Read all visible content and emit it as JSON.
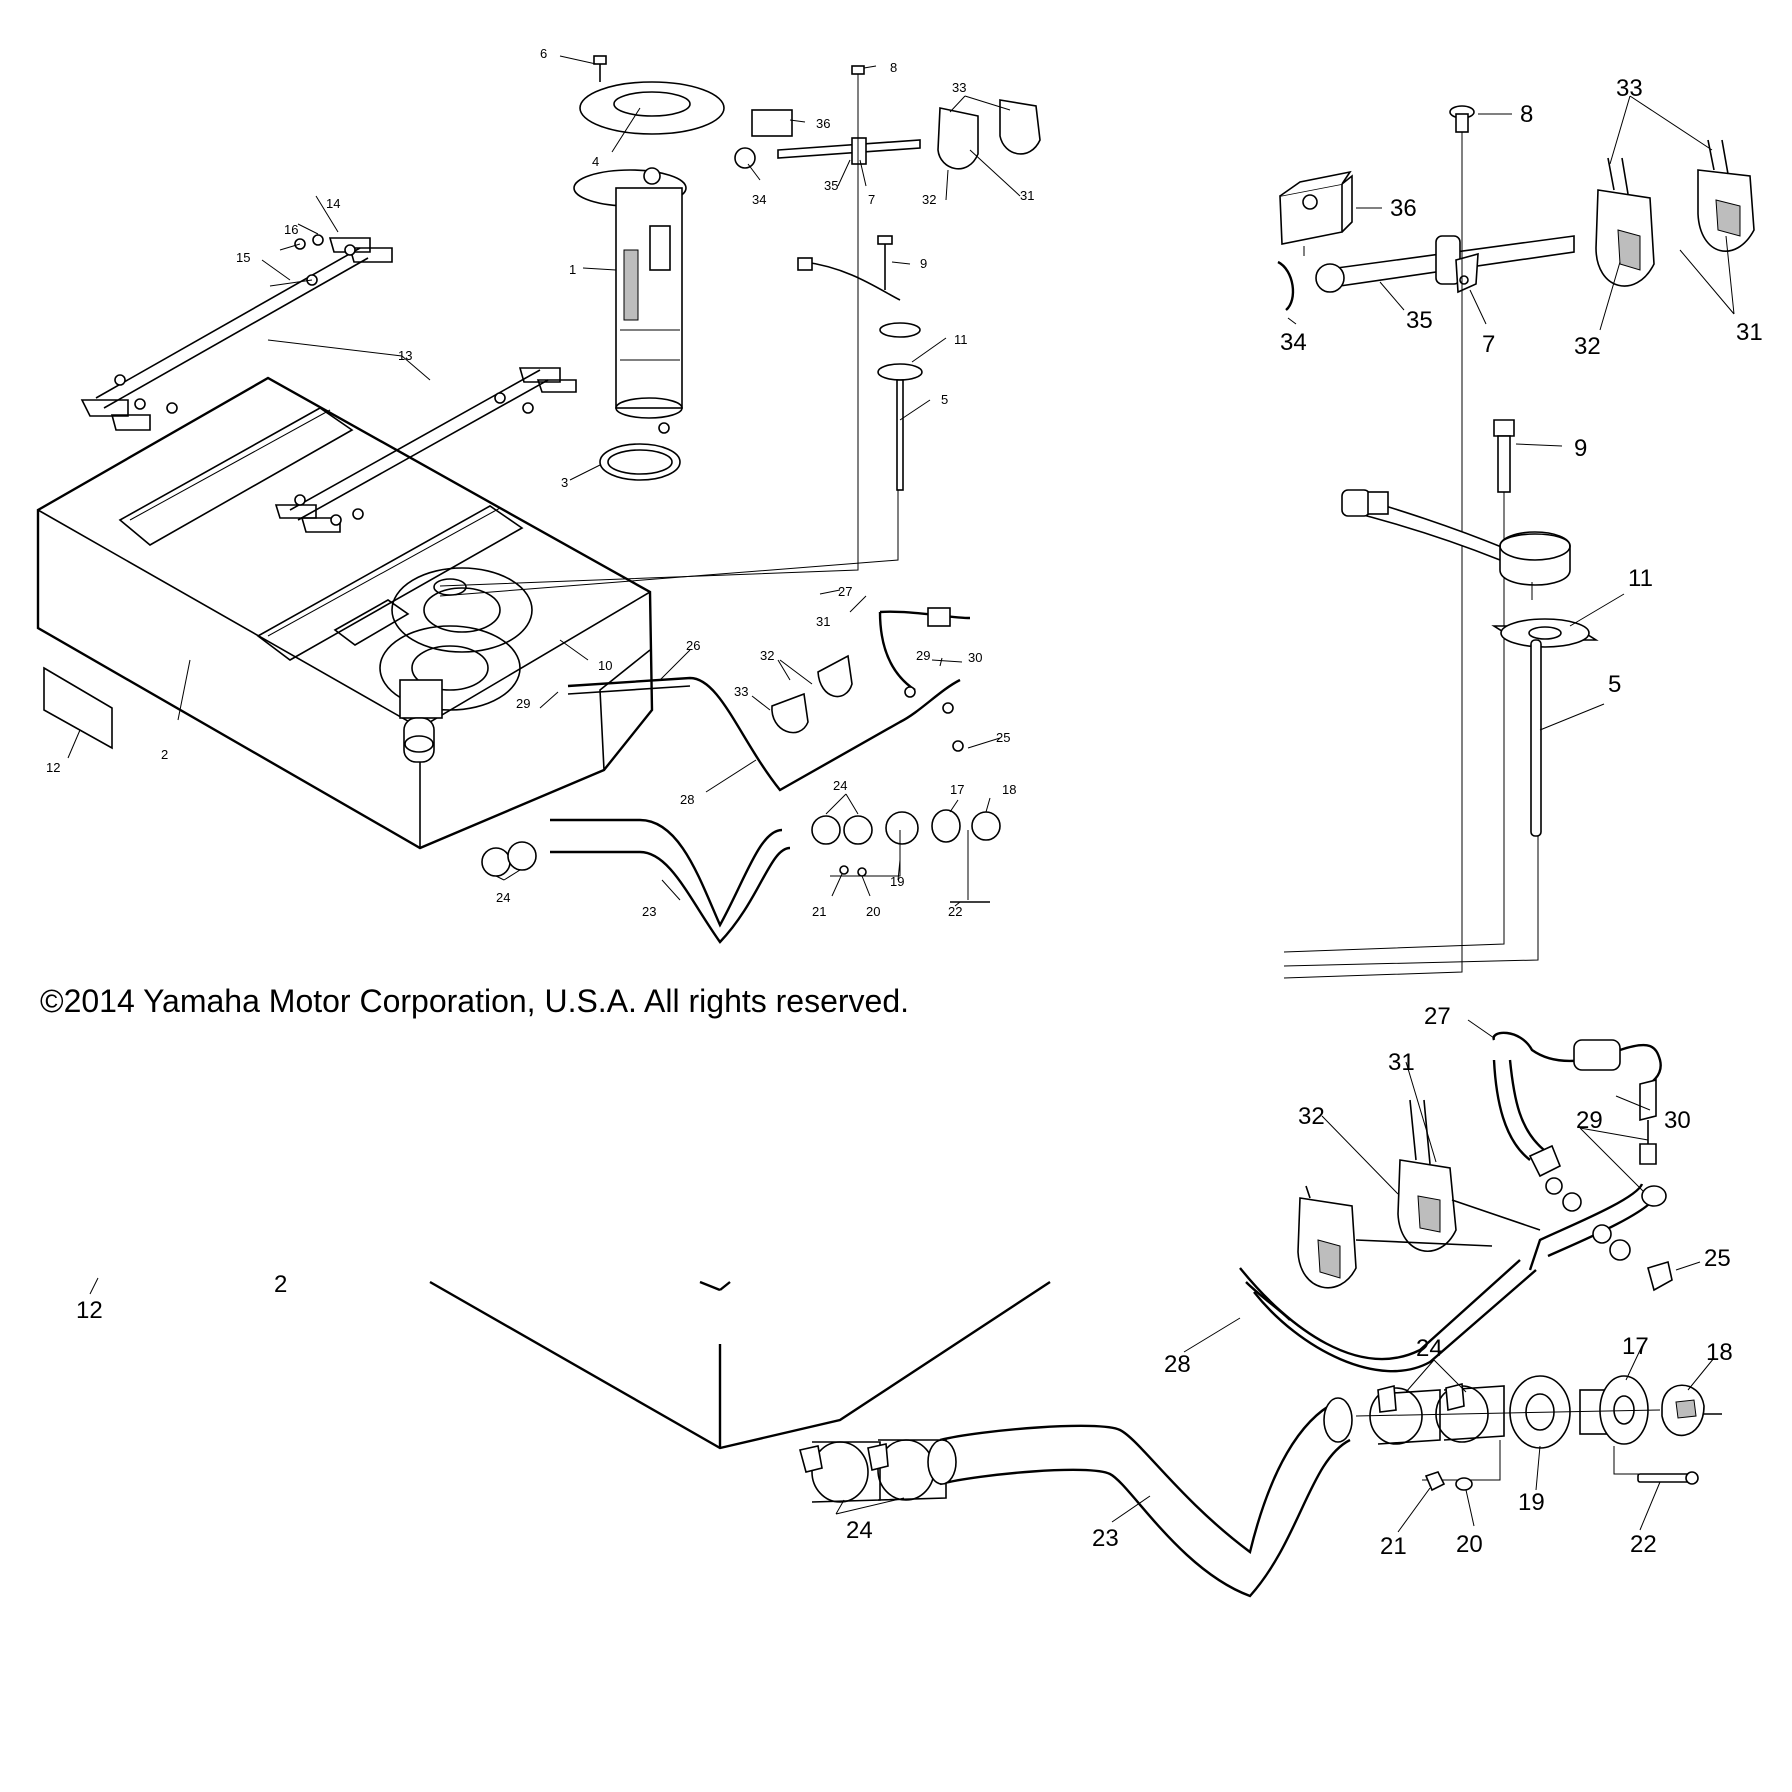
{
  "copyright": "©2014 Yamaha Motor Corporation, U.S.A. All rights reserved.",
  "overview_labels": [
    "1",
    "2",
    "3",
    "4",
    "5",
    "6",
    "7",
    "8",
    "9",
    "10",
    "11",
    "12",
    "13",
    "14",
    "15",
    "16",
    "17",
    "18",
    "19",
    "20",
    "21",
    "22",
    "23",
    "24",
    "24",
    "25",
    "26",
    "27",
    "28",
    "29",
    "29",
    "30",
    "31",
    "31",
    "32",
    "32",
    "33",
    "33",
    "34",
    "35",
    "36"
  ],
  "detail_labels": [
    "8",
    "33",
    "36",
    "34",
    "35",
    "7",
    "32",
    "31",
    "9",
    "11",
    "5",
    "27",
    "31",
    "32",
    "29",
    "30",
    "29",
    "25",
    "28",
    "24",
    "17",
    "18",
    "19",
    "24",
    "23",
    "21",
    "20",
    "22",
    "12",
    "2"
  ]
}
